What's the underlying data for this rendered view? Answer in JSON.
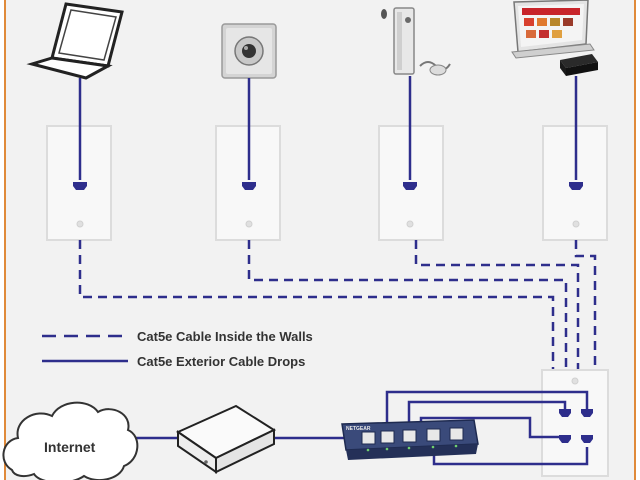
{
  "legend": {
    "dashed_label": "Cat5e Cable Inside the Walls",
    "solid_label": "Cat5e Exterior Cable Drops"
  },
  "internet": {
    "label": "Internet"
  },
  "switch": {
    "brand": "NETGEAR",
    "port_count": 5
  },
  "devices": [
    {
      "name": "laptop",
      "icon": "laptop-icon"
    },
    {
      "name": "ip-camera",
      "icon": "camera-icon"
    },
    {
      "name": "game-console",
      "icon": "game-console-icon"
    },
    {
      "name": "smart-tv",
      "icon": "tv-icon"
    }
  ],
  "colors": {
    "cable": "#2e2e8c",
    "border": "#e08a3a",
    "background": "#f2f2f2",
    "wall_plate": "#f8f8f8"
  }
}
